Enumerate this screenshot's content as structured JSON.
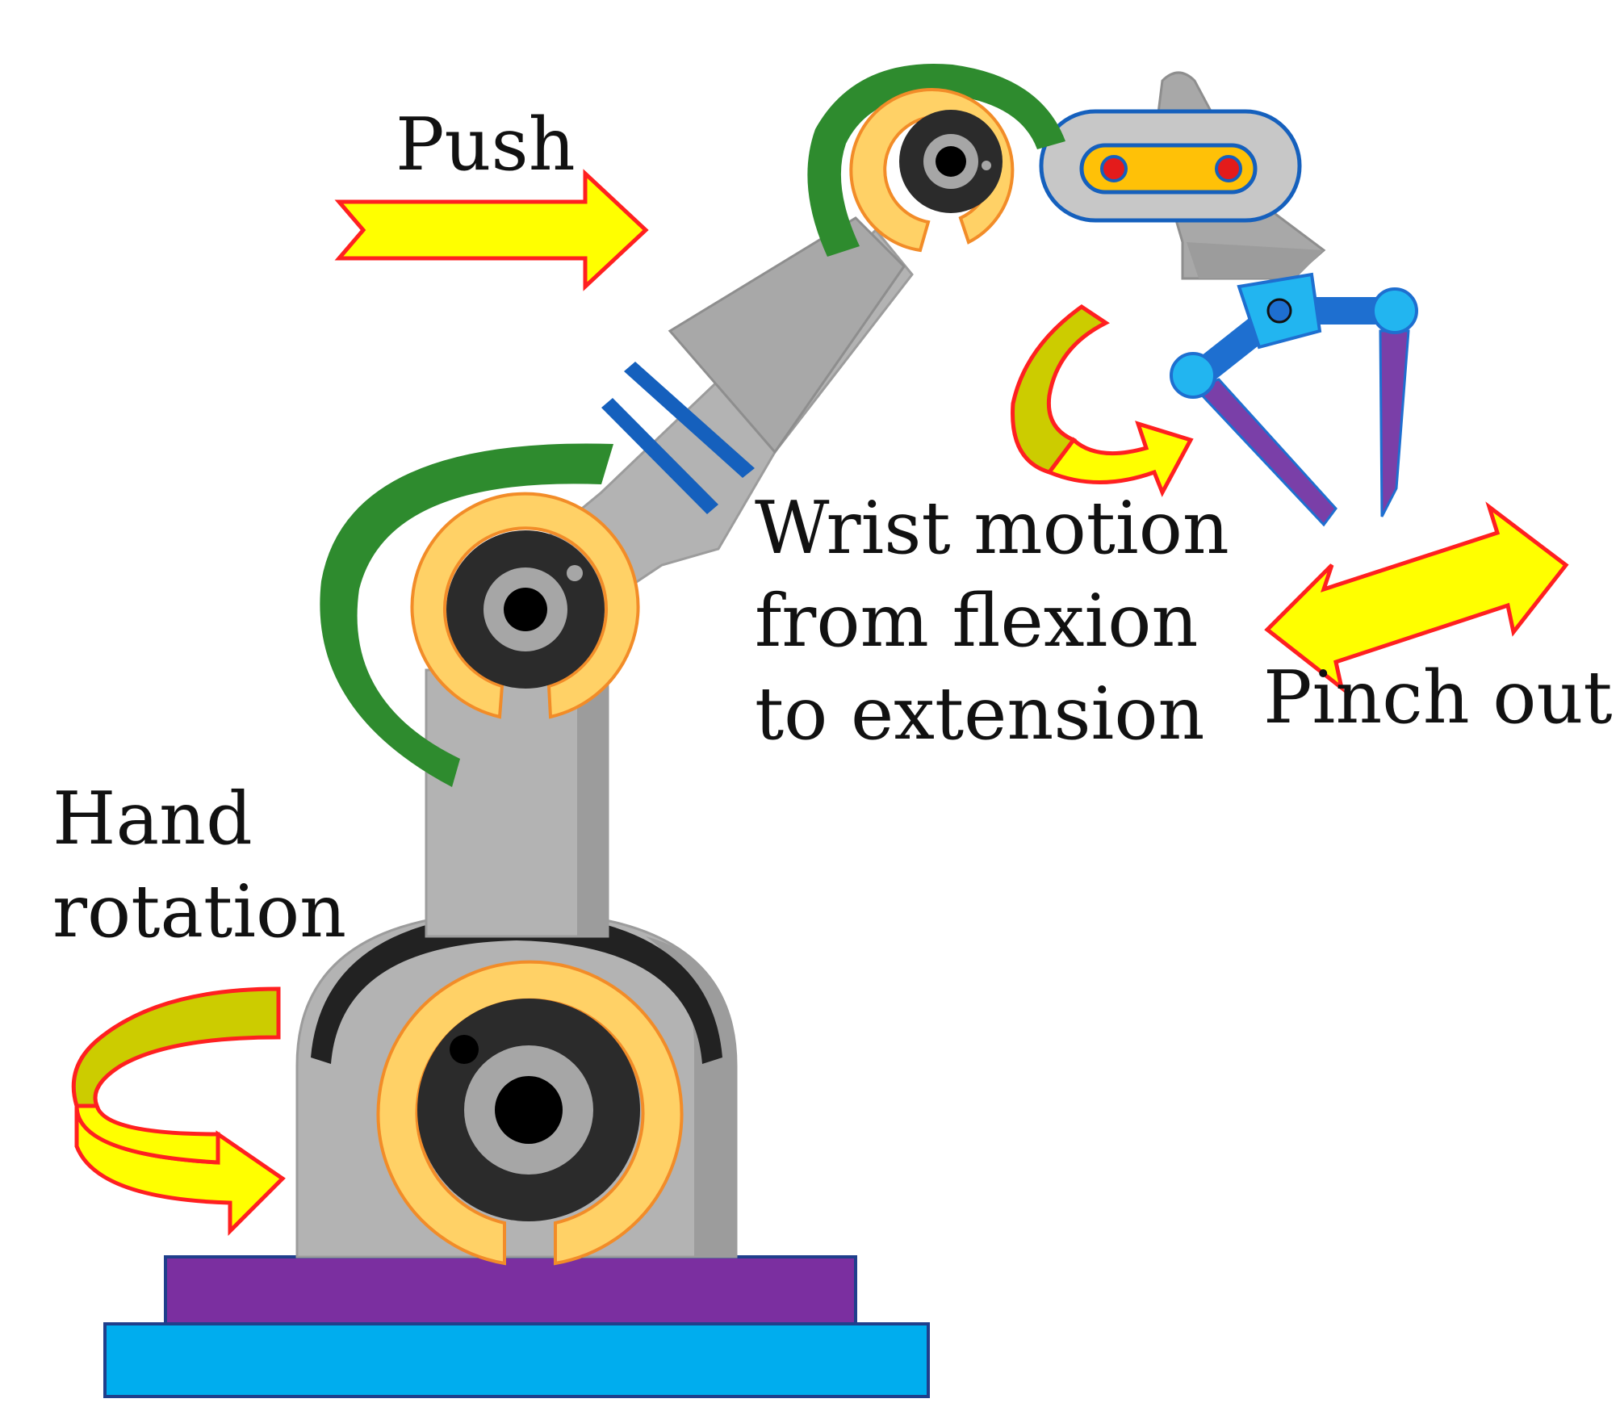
{
  "labels": {
    "push": "Push",
    "hand_rotation_line1": "Hand",
    "hand_rotation_line2": "rotation",
    "wrist_line1": "Wrist motion",
    "wrist_line2": "from flexion",
    "wrist_line3": "to extension",
    "pinch_out": "Pinch out"
  },
  "colors": {
    "base_top": "#7b2fa0",
    "base_bottom": "#00adee",
    "base_border": "#1f3f8c",
    "arm_gray": "#b3b3b3",
    "arm_gray_dark": "#9c9c9c",
    "arm_outline": "#8e8e8e",
    "joint_ring": "#ffd166",
    "joint_ring_border": "#f28c28",
    "joint_dark": "#2b2b2b",
    "joint_mid": "#a6a6a6",
    "joint_center": "#000000",
    "arc_green": "#2e8b2e",
    "arc_black": "#222222",
    "stripe_blue": "#1560bd",
    "arrow_fill": "#ffff00",
    "arrow_fill_dark": "#cccc00",
    "arrow_stroke": "#ff2020",
    "gripper_blue": "#1e6fd0",
    "gripper_light_blue": "#22b5f0",
    "gripper_purple": "#7a3fa8",
    "wrist_plate_yellow": "#ffc107",
    "wrist_dot_red": "#e41b1b"
  }
}
